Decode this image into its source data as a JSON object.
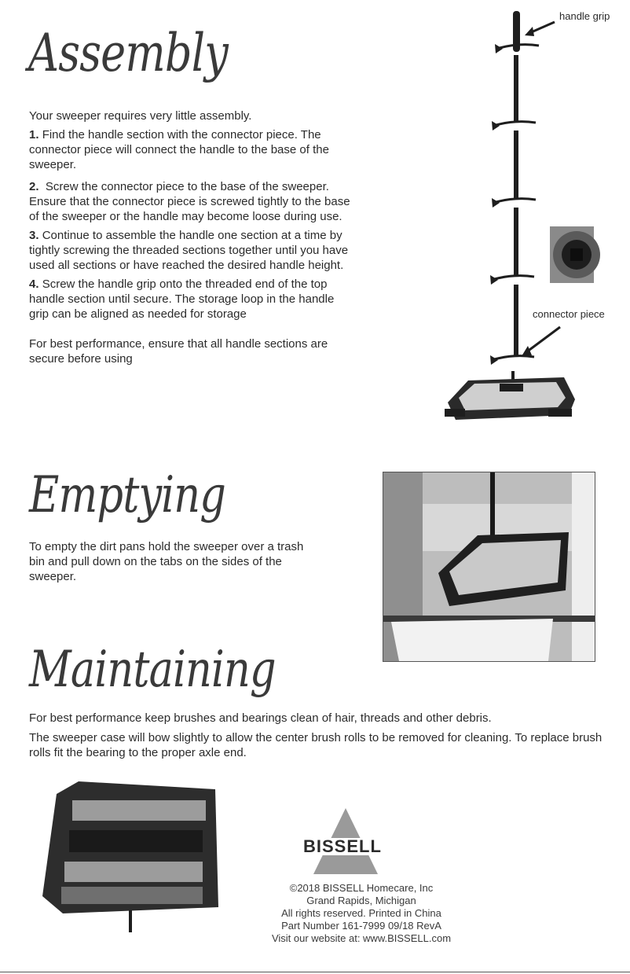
{
  "assembly": {
    "heading": "Assembly",
    "intro": "Your sweeper requires very little assembly.",
    "steps": [
      {
        "num": "1.",
        "text": "Find the handle section with the connector piece. The connector piece will connect the handle to the base of the sweeper."
      },
      {
        "num": "2.",
        "text": "Screw the connector piece to the base of the sweeper. Ensure that the connector piece is screwed tightly to the base of the sweeper or the handle may become loose during use."
      },
      {
        "num": "3.",
        "text": "Continue to assemble the handle one section at a time by tightly screwing the threaded sections together until you have used all sections or have reached the desired handle height."
      },
      {
        "num": "4.",
        "text": "Screw the handle grip onto the threaded end of the top handle section until secure. The storage loop in the handle grip can be aligned as needed for storage"
      }
    ],
    "note": "For best performance, ensure that all handle sections are secure before using",
    "diagram_labels": {
      "handle_grip": "handle grip",
      "connector_piece": "connector piece"
    }
  },
  "emptying": {
    "heading": "Emptying",
    "text": "To empty the dirt pans hold the sweeper over a trash bin and pull down on the tabs on the sides of the sweeper."
  },
  "maintaining": {
    "heading": "Maintaining",
    "para1": "For best performance keep brushes and bearings clean of hair, threads and other debris.",
    "para2": "The sweeper case will bow slightly to allow the center brush rolls to be removed for cleaning. To replace brush rolls fit the bearing to the proper axle end."
  },
  "logo": {
    "brand": "BISSELL"
  },
  "footer": {
    "line1": "©2018 BISSELL Homecare, Inc",
    "line2": "Grand Rapids, Michigan",
    "line3": "All rights reserved. Printed in China",
    "line4": "Part Number 161-7999 09/18 RevA",
    "line5": "Visit our website at: www.BISSELL.com"
  },
  "colors": {
    "logo_gray": "#9a9a9a",
    "text": "#2b2b2b"
  }
}
